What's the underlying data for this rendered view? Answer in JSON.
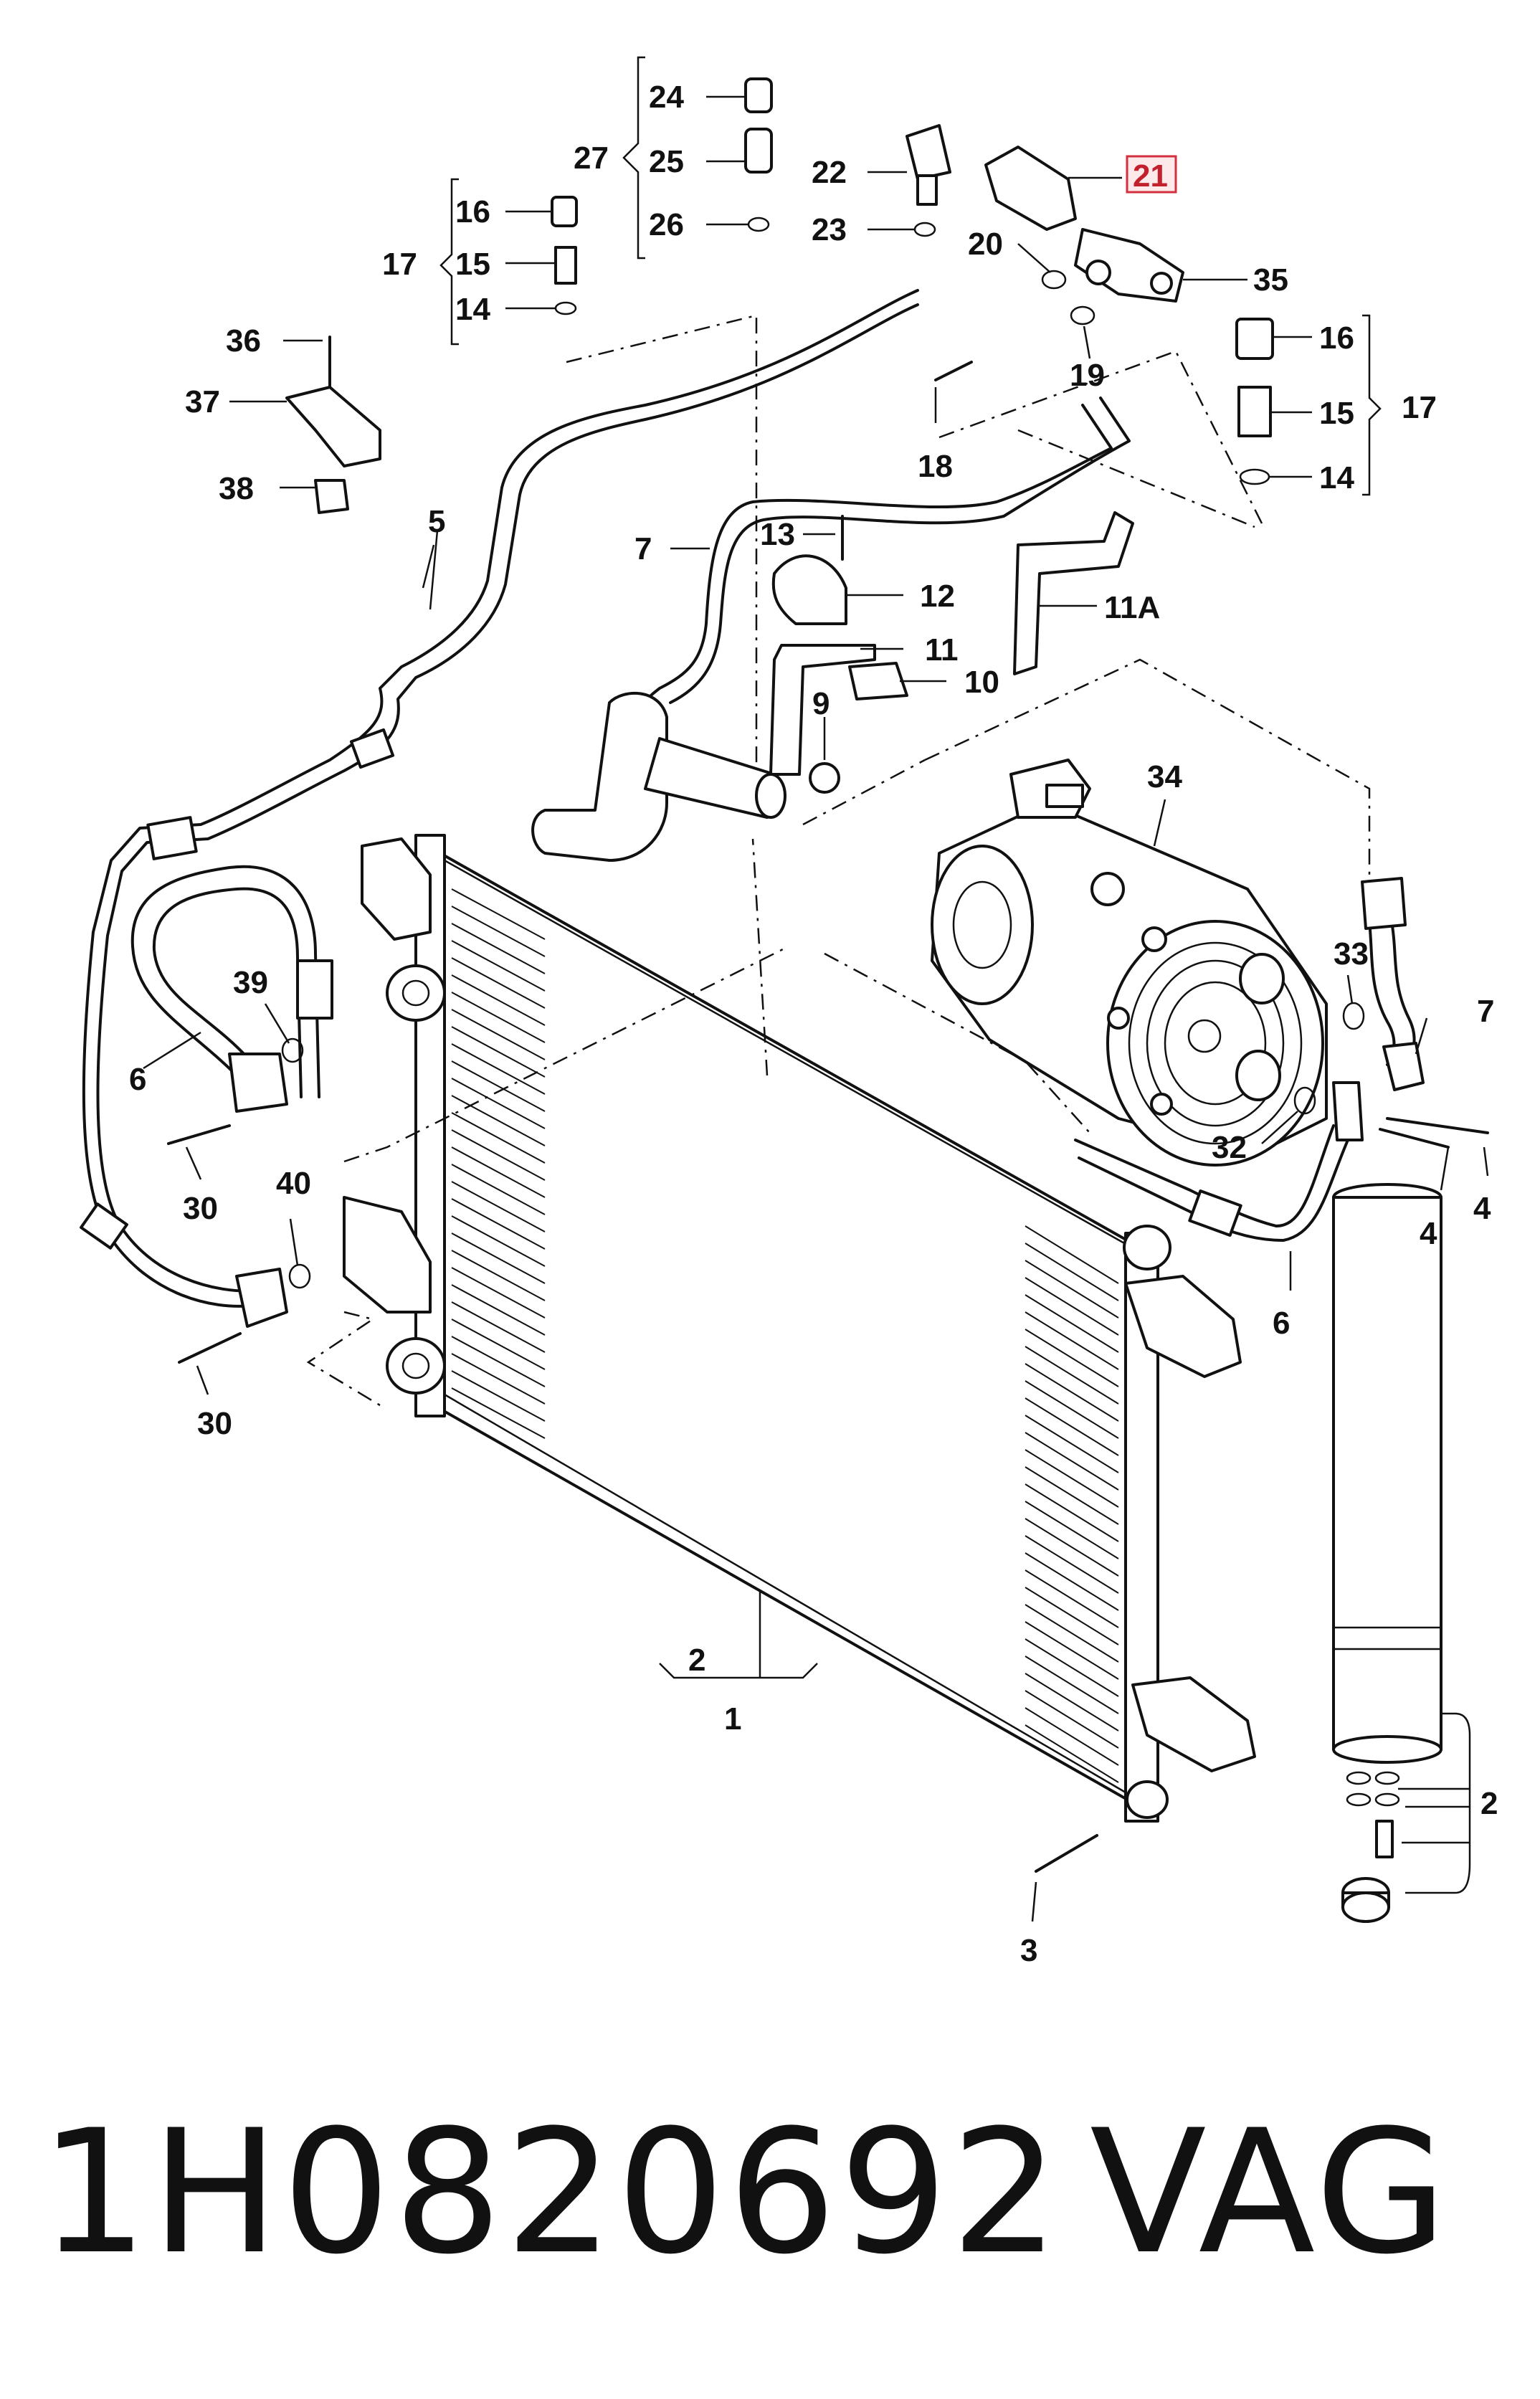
{
  "diagram": {
    "callouts": {
      "c1": "1",
      "c2a": "2",
      "c2b": "2",
      "c3": "3",
      "c4a": "4",
      "c4b": "4",
      "c5": "5",
      "c6a": "6",
      "c6b": "6",
      "c7a": "7",
      "c7b": "7",
      "c9": "9",
      "c10": "10",
      "c11": "11",
      "c11a": "11A",
      "c12": "12",
      "c13": "13",
      "c14a": "14",
      "c14b": "14",
      "c15a": "15",
      "c15b": "15",
      "c16a": "16",
      "c16b": "16",
      "c17a": "17",
      "c17b": "17",
      "c18": "18",
      "c19": "19",
      "c20": "20",
      "c21": "21",
      "c22": "22",
      "c23": "23",
      "c24": "24",
      "c25": "25",
      "c26": "26",
      "c27": "27",
      "c30a": "30",
      "c30b": "30",
      "c32": "32",
      "c33": "33",
      "c34": "34",
      "c35": "35",
      "c36": "36",
      "c37": "37",
      "c38": "38",
      "c39": "39",
      "c40": "40"
    },
    "highlighted_callout": "21",
    "highlight_color": "#d2303e"
  },
  "footer": {
    "part_number": "1H0820692",
    "brand": "VAG"
  }
}
